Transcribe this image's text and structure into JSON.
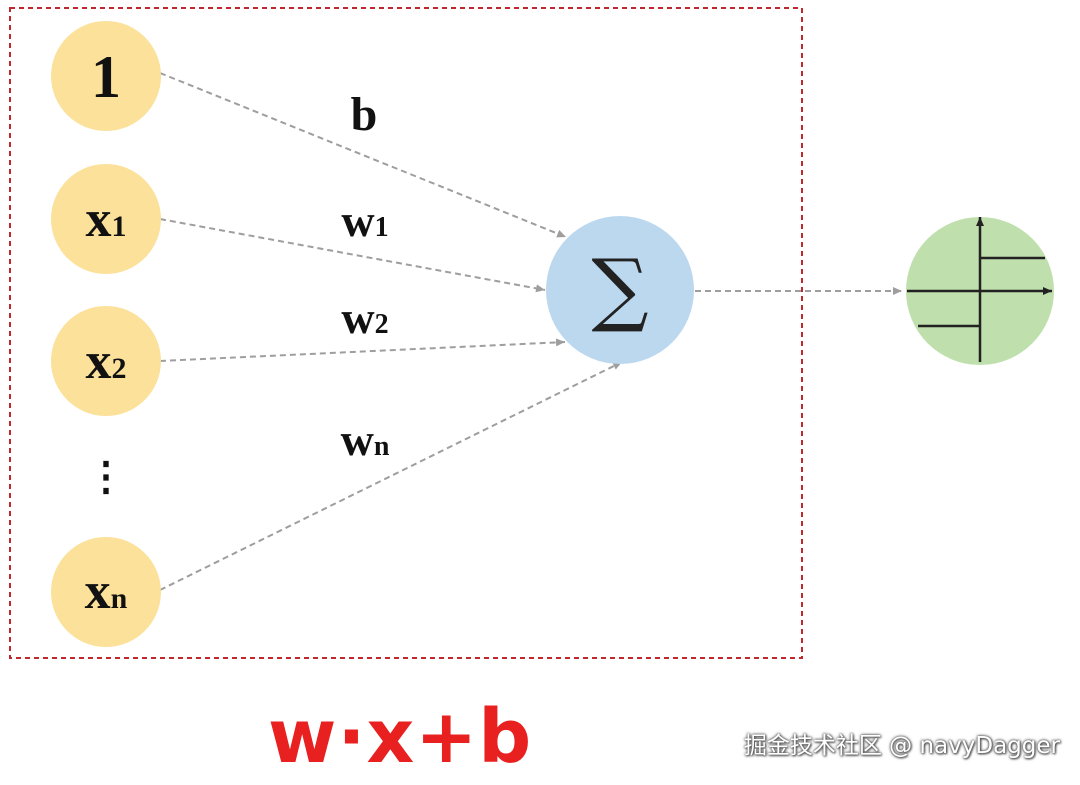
{
  "colors": {
    "input_fill": "#fbe19a",
    "sum_fill": "#bcd8ef",
    "activation_fill": "#bfe0ad",
    "box_border": "#c0282d",
    "edge": "#9e9e9e",
    "formula": "#e8201f"
  },
  "inputs": [
    {
      "main": "1",
      "sub": ""
    },
    {
      "main": "x",
      "sub": "1"
    },
    {
      "main": "x",
      "sub": "2"
    },
    {
      "main": "x",
      "sub": "n"
    }
  ],
  "ellipsis": "⋮",
  "weights": [
    {
      "main": "b",
      "sub": ""
    },
    {
      "main": "w",
      "sub": "1"
    },
    {
      "main": "w",
      "sub": "2"
    },
    {
      "main": "w",
      "sub": "n"
    }
  ],
  "summation_symbol": "∑",
  "activation_icon": "step-function-icon",
  "formula": "w·x+b",
  "watermark": "掘金技术社区 @ navyDagger"
}
